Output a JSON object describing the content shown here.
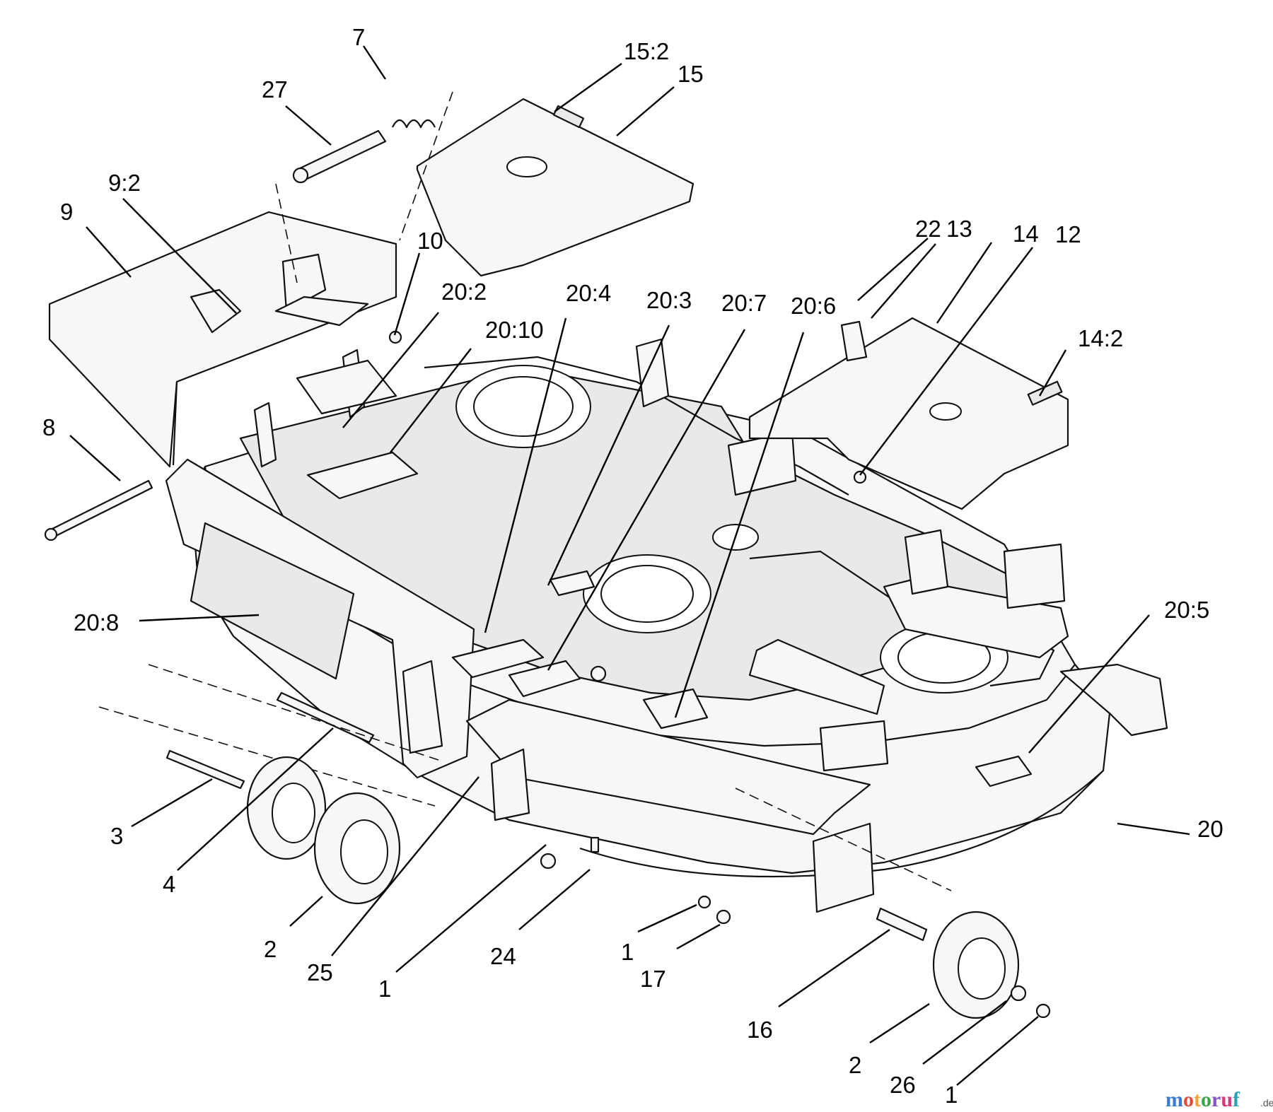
{
  "callouts": [
    {
      "id": "c1",
      "text": "7"
    },
    {
      "id": "c2",
      "text": "27"
    },
    {
      "id": "c3",
      "text": "15:2"
    },
    {
      "id": "c4",
      "text": "15"
    },
    {
      "id": "c5",
      "text": "9:2"
    },
    {
      "id": "c6",
      "text": "9"
    },
    {
      "id": "c7",
      "text": "10"
    },
    {
      "id": "c8",
      "text": "20:2"
    },
    {
      "id": "c9",
      "text": "20:4"
    },
    {
      "id": "c10",
      "text": "20:3"
    },
    {
      "id": "c11",
      "text": "20:7"
    },
    {
      "id": "c12",
      "text": "20:6"
    },
    {
      "id": "c13",
      "text": "22"
    },
    {
      "id": "c14",
      "text": "13"
    },
    {
      "id": "c15",
      "text": "14"
    },
    {
      "id": "c16",
      "text": "12"
    },
    {
      "id": "c17",
      "text": "14:2"
    },
    {
      "id": "c18",
      "text": "20:10"
    },
    {
      "id": "c19",
      "text": "8"
    },
    {
      "id": "c20",
      "text": "20:8"
    },
    {
      "id": "c21",
      "text": "20:5"
    },
    {
      "id": "c22",
      "text": "20"
    },
    {
      "id": "c23",
      "text": "3"
    },
    {
      "id": "c24",
      "text": "4"
    },
    {
      "id": "c25",
      "text": "2"
    },
    {
      "id": "c26",
      "text": "25"
    },
    {
      "id": "c27",
      "text": "1"
    },
    {
      "id": "c28",
      "text": "24"
    },
    {
      "id": "c29",
      "text": "1"
    },
    {
      "id": "c30",
      "text": "17"
    },
    {
      "id": "c31",
      "text": "16"
    },
    {
      "id": "c32",
      "text": "2"
    },
    {
      "id": "c33",
      "text": "26"
    },
    {
      "id": "c34",
      "text": "1"
    }
  ],
  "watermark": {
    "brand": "motoruf",
    "suffix": ".de",
    "colors": [
      "#3a7bd5",
      "#e04b3a",
      "#f2a23a",
      "#3aa64b",
      "#8a4fd0",
      "#d43a7a",
      "#2aa3b5"
    ]
  }
}
